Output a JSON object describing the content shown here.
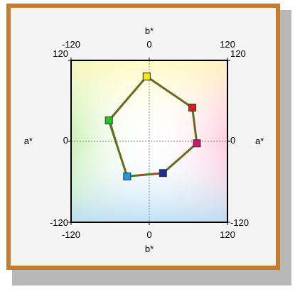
{
  "colors": {
    "frame_border": "#c47d2e",
    "frame_background": "#f4f4f4",
    "polygon_green": "#2a8a1e",
    "polygon_red": "#e03020",
    "grid": "#7a7a7a"
  },
  "chart_data": {
    "type": "scatter",
    "subtype": "CIELAB a*b* chromaticity plot",
    "title": "",
    "xlabel": "a*",
    "ylabel": "b*",
    "xlim": [
      -120,
      120
    ],
    "ylim": [
      -120,
      120
    ],
    "x_ticks": [
      "-120",
      "0",
      "120"
    ],
    "y_ticks": [
      "120",
      "0",
      "-120"
    ],
    "grid": "center crosshair (dotted) at a*=0 and b*=0",
    "series": [
      {
        "line_color": "#2a8a1e",
        "points": [
          {
            "x": -4,
            "y": 96,
            "color": "#f0f000"
          },
          {
            "x": 66,
            "y": 50,
            "color": "#e8141c"
          },
          {
            "x": 73,
            "y": -3,
            "color": "#d41472"
          },
          {
            "x": 21,
            "y": -47,
            "color": "#1a2e9a"
          },
          {
            "x": -34,
            "y": -52,
            "color": "#1e9ae0"
          },
          {
            "x": -62,
            "y": 31,
            "color": "#1ec81e"
          }
        ]
      },
      {
        "line_color": "#e03020",
        "points": [
          {
            "x": -4,
            "y": 96
          },
          {
            "x": 66,
            "y": 50
          },
          {
            "x": 72,
            "y": -3
          },
          {
            "x": 20,
            "y": -47
          },
          {
            "x": -34,
            "y": -52
          },
          {
            "x": -60,
            "y": 31
          }
        ]
      }
    ]
  }
}
